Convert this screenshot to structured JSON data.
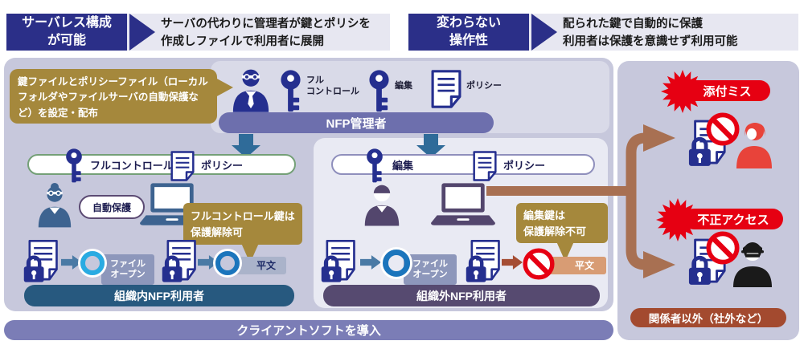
{
  "headers": [
    {
      "title1": "サーバレス構成",
      "title2": "が可能",
      "desc1": "サーバの代わりに管理者が鍵とポリシを",
      "desc2": "作成しファイルで利用者に展開"
    },
    {
      "title1": "変わらない",
      "title2": "操作性",
      "desc1": "配られた鍵で自動的に保護",
      "desc2": "利用者は保護を意識せず利用可能"
    }
  ],
  "admin": {
    "note1": "鍵ファイルとポリシーファイル（ローカル",
    "note2": "フォルダやファイルサーバの自動保護な",
    "note3": "ど）を設定・配布",
    "key_full1": "フル",
    "key_full2": "コントロール",
    "key_edit": "編集",
    "policy": "ポリシー",
    "bar": "NFP管理者"
  },
  "internal": {
    "pill_key": "フルコントロール",
    "pill_policy": "ポリシー",
    "auto_protect": "自動保護",
    "note1": "フルコントロール鍵は",
    "note2": "保護解除可",
    "open1": "ファイル",
    "open2": "オープン",
    "plain": "平文",
    "bar": "組織内NFP利用者"
  },
  "external": {
    "pill_key": "編集",
    "pill_policy": "ポリシー",
    "note1": "編集鍵は",
    "note2": "保護解除不可",
    "open1": "ファイル",
    "open2": "オープン",
    "plain": "平文",
    "bar": "組織外NFP利用者"
  },
  "risk": {
    "attach": "添付ミス",
    "hack": "不正アクセス",
    "bar": "関係者以外（社外など）"
  },
  "footer": "クライアントソフトを導入",
  "colors": {
    "navy": "#2b2f88",
    "icon_navy": "#252f8f",
    "gold": "#a5883c",
    "red": "#e60012",
    "panel": "#c7c8dc",
    "admin_bar": "#6d6fad",
    "internal_bar": "#27597f",
    "external_bar": "#564a70",
    "risk_bar": "#a34a2f",
    "footer_bar": "#7b7db6",
    "brown_arrow": "#a87052",
    "cyan_ring": "#29abe2",
    "blue_ring": "#1b75bc",
    "steel": "#3d6390",
    "ext_purple": "#53466d",
    "label_blue": "#8d97bb",
    "plain_internal_bg": "#aab3ca",
    "plain_external_bg": "#d89c74",
    "brick": "#a54d33"
  }
}
